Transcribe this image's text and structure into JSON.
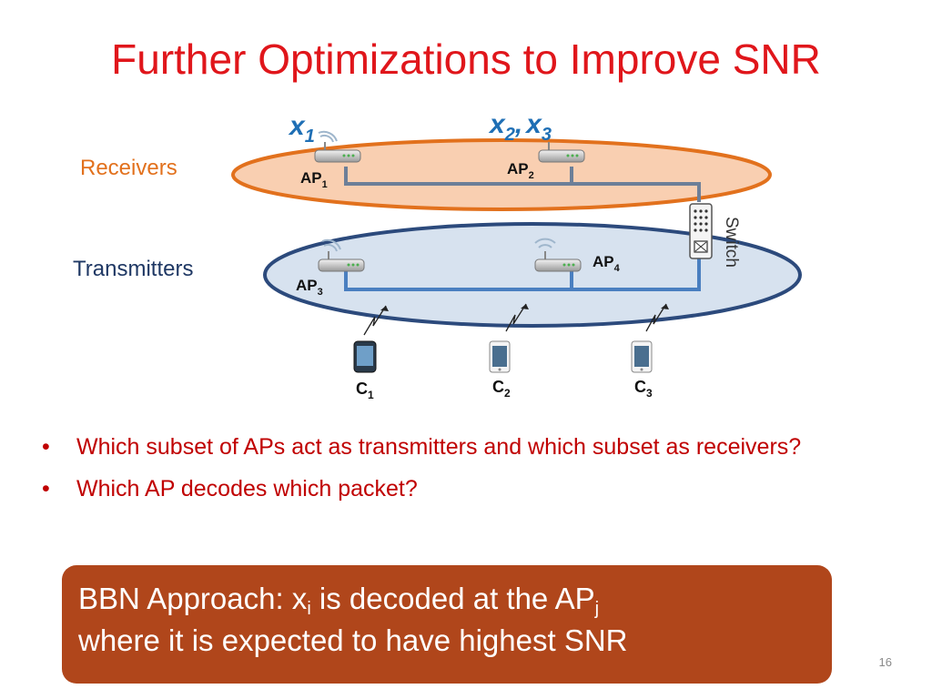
{
  "title": "Further Optimizations to Improve SNR",
  "labels": {
    "receivers": "Receivers",
    "transmitters": "Transmitters",
    "switch": "Switch"
  },
  "aps": [
    {
      "name": "AP",
      "sub": "1"
    },
    {
      "name": "AP",
      "sub": "2"
    },
    {
      "name": "AP",
      "sub": "3"
    },
    {
      "name": "AP",
      "sub": "4"
    }
  ],
  "clients": [
    {
      "name": "C",
      "sub": "1"
    },
    {
      "name": "C",
      "sub": "2"
    },
    {
      "name": "C",
      "sub": "3"
    }
  ],
  "signals": {
    "x1": "x",
    "x1_sub": "1",
    "x2": "x",
    "x2_sub": "2",
    "comma": ",",
    "x3": "x",
    "x3_sub": "3"
  },
  "bullets": [
    "Which subset of APs act as transmitters and which subset as receivers?",
    "Which AP decodes which packet?"
  ],
  "callout": {
    "line1_a": "BBN Approach: x",
    "line1_sub_i": "i",
    "line1_b": " is decoded at the AP",
    "line1_sub_j": "j",
    "line2": "where it is expected to have highest SNR"
  },
  "slide_number": "16",
  "colors": {
    "title": "#e0161b",
    "receivers_fill": "#f9cfb1",
    "receivers_stroke": "#e2711d",
    "transmitters_fill": "#d7e2ef",
    "transmitters_stroke": "#2c4a7c",
    "signal_blue": "#1f6fb5",
    "callout_bg": "#b0461b"
  }
}
